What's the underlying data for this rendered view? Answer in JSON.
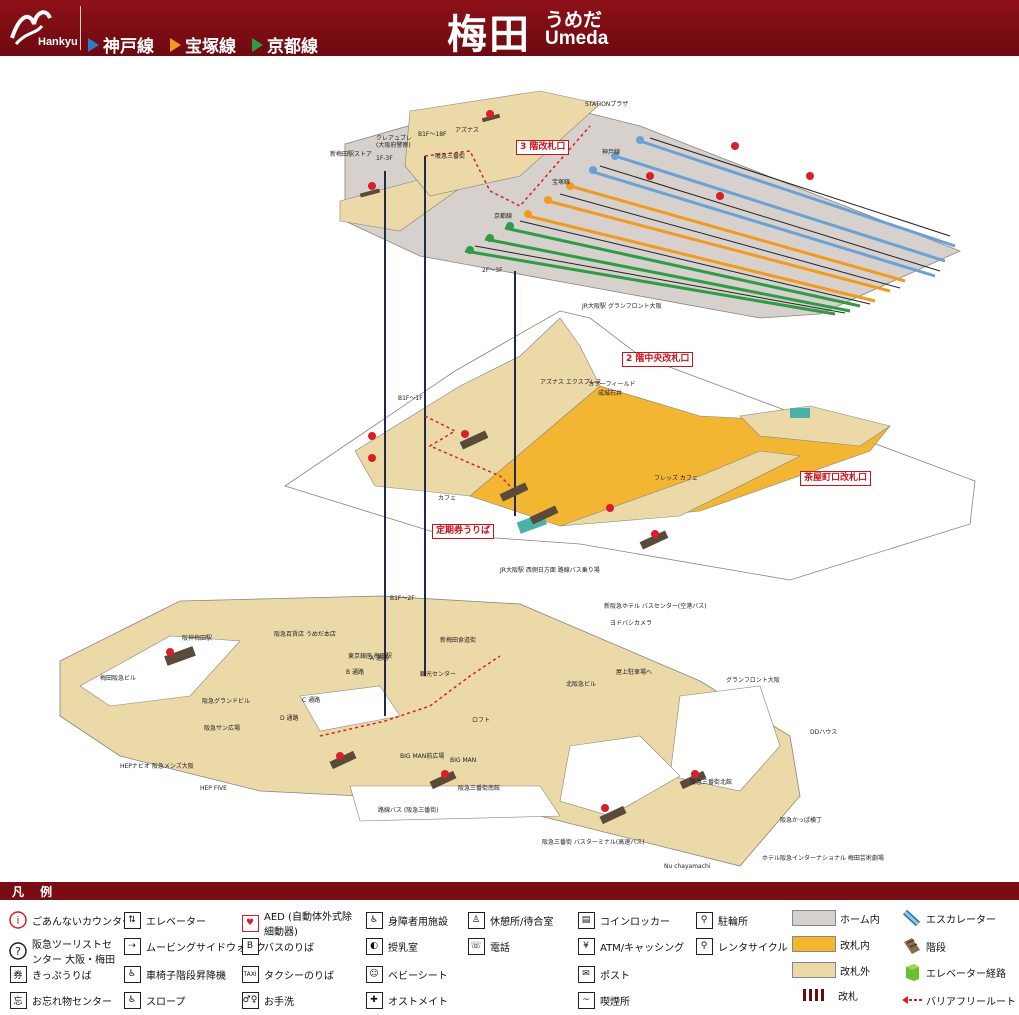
{
  "header": {
    "brand": "Hankyu",
    "lines": [
      {
        "name": "神戸線",
        "color": "#2c7ec0"
      },
      {
        "name": "宝塚線",
        "color": "#f29a1e"
      },
      {
        "name": "京都線",
        "color": "#2f9b45"
      }
    ],
    "station_kanji": "梅田",
    "station_kana": "うめだ",
    "station_roman": "Umeda"
  },
  "map": {
    "gates": {
      "floor3": "3 階改札口",
      "floor2_central": "2 階中央改札口",
      "chayamachi": "茶屋町口改札口",
      "pass_office": "定期券うりば"
    },
    "labels": [
      "STATIONプラザ",
      "アズナス",
      "クレアュブレ",
      "(大阪府警察)",
      "新梅田駅ストア",
      "阪急三番街",
      "B1F〜18F",
      "1F-3F",
      "神戸線",
      "宝塚線",
      "京都線",
      "2F〜3F",
      "JR大阪駅 グランフロント大阪",
      "カラーフィールド",
      "成城石井",
      "アズナス エクスプレス",
      "フレッズ カフェ",
      "カフェ",
      "B1F〜1F",
      "JR大阪駅 西側日方面 路線バス乗り場",
      "新阪急ホテル バスセンター(空港バス)",
      "ヨドバシカメラ",
      "阪神梅田駅",
      "阪急百貨店 うめだ本店",
      "梅田阪急ビル",
      "阪急グランドビル",
      "阪急サン広場",
      "C 通路",
      "D 通路",
      "A 通路",
      "B 通路",
      "東京銀座 梅田駅",
      "新梅田食道街",
      "北阪急ビル",
      "屋上駐車場へ",
      "グランフロント大阪",
      "HEPナビオ 阪急メンズ大阪",
      "HEP FIVE",
      "BIG MAN前広場",
      "BIG MAN",
      "阪急三番街南館",
      "阪急三番街北館",
      "阪急かっぱ横丁",
      "ロフト",
      "路線バス (阪急三番街)",
      "阪急三番街 バスターミナル(高速バス)",
      "Nu chayamachi",
      "ホテル阪急インターナショナル 梅田芸術劇場",
      "DDハウス",
      "B1F〜2F",
      "観光センター"
    ]
  },
  "legend": {
    "title": "凡 例",
    "items": [
      {
        "label": "ごあんないカウンター",
        "icon": "info-icon"
      },
      {
        "label": "阪急ツーリストセンター 大阪・梅田",
        "icon": "question-icon"
      },
      {
        "label": "きっぷうりば",
        "icon": "ticket-icon"
      },
      {
        "label": "お忘れ物センター",
        "icon": "lost-found-icon"
      },
      {
        "label": "エレベーター",
        "icon": "elevator-icon"
      },
      {
        "label": "ムービングサイドウォーク",
        "icon": "moving-walkway-icon"
      },
      {
        "label": "車椅子階段昇降機",
        "icon": "stair-lift-icon"
      },
      {
        "label": "スロープ",
        "icon": "slope-icon"
      },
      {
        "label": "AED (自動体外式除細動器)",
        "icon": "aed-icon"
      },
      {
        "label": "バスのりば",
        "icon": "bus-icon"
      },
      {
        "label": "タクシーのりば",
        "icon": "taxi-icon"
      },
      {
        "label": "お手洗",
        "icon": "restroom-icon"
      },
      {
        "label": "身障者用施設",
        "icon": "accessible-icon"
      },
      {
        "label": "授乳室",
        "icon": "nursing-room-icon"
      },
      {
        "label": "ベビーシート",
        "icon": "baby-seat-icon"
      },
      {
        "label": "オストメイト",
        "icon": "ostomate-icon"
      },
      {
        "label": "休憩所/待合室",
        "icon": "rest-area-icon"
      },
      {
        "label": "電話",
        "icon": "phone-icon"
      },
      {
        "label": "コインロッカー",
        "icon": "locker-icon"
      },
      {
        "label": "ATM/キャッシング",
        "icon": "atm-icon"
      },
      {
        "label": "ポスト",
        "icon": "mailbox-icon"
      },
      {
        "label": "喫煙所",
        "icon": "smoking-icon"
      },
      {
        "label": "駐輪所",
        "icon": "bicycle-parking-icon"
      },
      {
        "label": "レンタサイクル",
        "icon": "rental-cycle-icon"
      }
    ],
    "areas": [
      {
        "label": "ホーム内",
        "color": "#d6d1cc"
      },
      {
        "label": "改札内",
        "color": "#f2b632"
      },
      {
        "label": "改札外",
        "color": "#ecd9a8"
      },
      {
        "label": "改札",
        "color": "#6d0a10"
      }
    ],
    "routes": [
      {
        "label": "エスカレーター",
        "icon": "escalator-icon"
      },
      {
        "label": "階段",
        "icon": "stairs-icon"
      },
      {
        "label": "エレベーター経路",
        "icon": "elevator-route-icon"
      },
      {
        "label": "バリアフリールート",
        "icon": "barrier-free-route-icon"
      }
    ]
  }
}
